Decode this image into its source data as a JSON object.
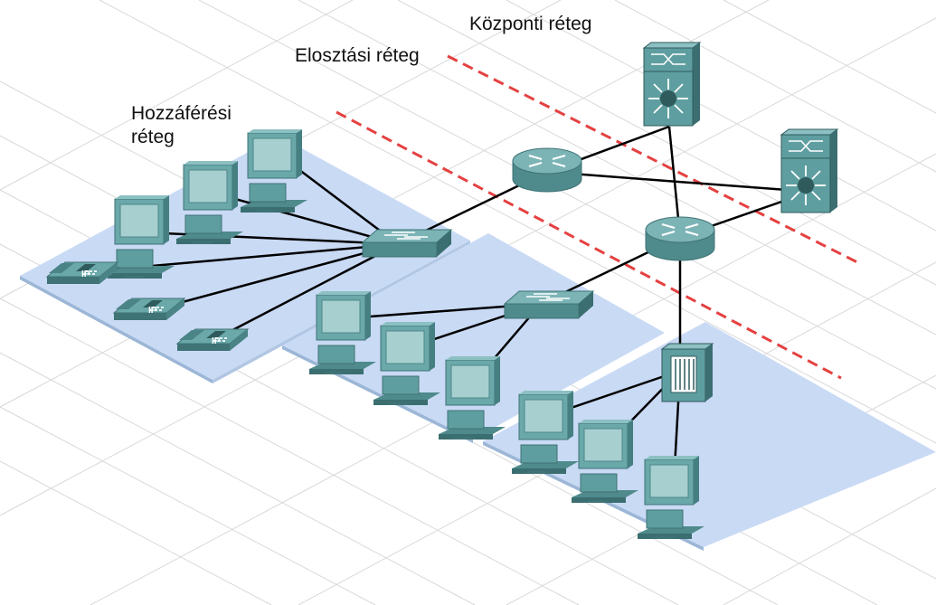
{
  "labels": {
    "core": "Központi réteg",
    "distribution": "Elosztási réteg",
    "access_line1": "Hozzáférési",
    "access_line2": "réteg"
  },
  "device_text": {
    "ip": "IP"
  },
  "colors": {
    "device_teal": "#5f9ea0",
    "device_dark": "#3f7375",
    "platform": "#c9daf5",
    "boundary_dash": "#e02020",
    "link": "#000000",
    "grid": "#d6d6d6"
  },
  "icons": [
    "pc-icon",
    "ip-phone-icon",
    "access-switch-icon",
    "router-icon",
    "multilayer-switch-icon",
    "server-icon"
  ]
}
